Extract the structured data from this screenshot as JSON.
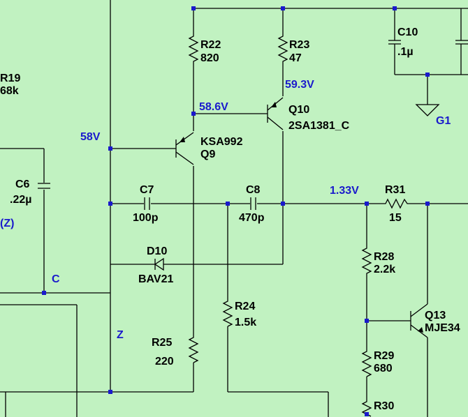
{
  "colors": {
    "background": "#c1f2c1",
    "wire": "#000000",
    "net_label": "#1a1acc",
    "junction": "#1a1acc"
  },
  "components": {
    "R19": {
      "ref": "R19",
      "value": "68k"
    },
    "R22": {
      "ref": "R22",
      "value": "820"
    },
    "R23": {
      "ref": "R23",
      "value": "47"
    },
    "C10": {
      "ref": "C10",
      "value": ".1µ"
    },
    "Q10": {
      "ref": "Q10",
      "value": "2SA1381_C"
    },
    "Q9": {
      "ref": "Q9",
      "value": "KSA992"
    },
    "C6": {
      "ref": "C6",
      "value": ".22µ"
    },
    "C7": {
      "ref": "C7",
      "value": "100p"
    },
    "C8": {
      "ref": "C8",
      "value": "470p"
    },
    "R31": {
      "ref": "R31",
      "value": "15"
    },
    "D10": {
      "ref": "D10",
      "value": "BAV21"
    },
    "R28": {
      "ref": "R28",
      "value": "2.2k"
    },
    "R24": {
      "ref": "R24",
      "value": "1.5k"
    },
    "Q13": {
      "ref": "Q13",
      "value": "MJE34"
    },
    "R25": {
      "ref": "R25",
      "value": "220"
    },
    "R29": {
      "ref": "R29",
      "value": "680"
    },
    "R30": {
      "ref": "R30",
      "value": ""
    },
    "G1": {
      "ref": "G1"
    }
  },
  "net_labels": {
    "v593": "59.3V",
    "v586": "58.6V",
    "v58": "58V",
    "v133": "1.33V",
    "z_paren": "(Z)",
    "c": "C",
    "z": "Z"
  }
}
